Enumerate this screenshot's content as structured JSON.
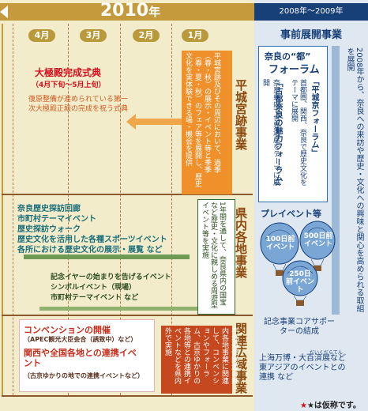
{
  "header": {
    "year": "2010",
    "year_suffix": "年",
    "months": [
      "4月",
      "3月",
      "2月",
      "1月"
    ],
    "pre_period": "2008年〜2009年",
    "pre_title": "事前展開事業"
  },
  "rows": {
    "heijo": "平城宮跡事業",
    "kennai": "県内各地事業",
    "kanren": "関連広域事業"
  },
  "heijo": {
    "ceremony_title": "大極殿完成式典",
    "ceremony_period": "（4月下旬〜5月上旬）",
    "ceremony_desc": "復原整備が進められている第一次大極殿正殿の完成を祝う式典",
    "preview_box": "平城宮跡及びその周辺において、過季（春・秋）の展示・イベント等と季季（春・夏・秋）のフェア等を展開し、歴史文化を実体験できる場・機会を提供"
  },
  "kennai": {
    "items": [
      "奈良歴史探訪回廊",
      "市町村テーマイベント",
      "歴史探訪ウォーク",
      "歴史文化を活用した各種スポーツイベント",
      "各所における歴史文化の展示・展覧 など"
    ],
    "items2": [
      "記念イヤーの始まりを告げるイベント",
      "シンボルイベント（現場）",
      "市町村テーマイベント など"
    ],
    "box": "1年間を通して、奈良県内の国宝など歴史・文化に親しめる周遊型イベント等を実施"
  },
  "kanren": {
    "conv_title": "コンベンションの開催",
    "conv_sub": "（APEC観光大臣会合（誘致中）など）",
    "link_title": "関西や全国各地との連携イベント",
    "link_sub": "（古京ゆかりの地での連携イベントなど）",
    "box": "平城遷都関連の県内各地事業に関連して、コンベンションやフォーラム、古京ゆかりの各地等との連携イベントなどを県内外で実施"
  },
  "pre": {
    "forum_small": "奈良の“都”",
    "forum_big": "フォーラム",
    "forum1_title": "「平城京フォーラム」",
    "forum1_desc": "首都圏、関西、奈良で歴史文化をテーマに展開",
    "forum2_title": "「古都奈良の魅力フォーラム」",
    "forum2_desc": "奈良県内で世界遺産をテーマに展開",
    "side_text": "2008年から、奈良への来訪や歴史・文化への興味と関心を高められる取組を展開",
    "pre_event_title": "プレイベント等",
    "balloons": [
      "100日前イベント",
      "500日前イベント",
      "250日前イベント"
    ],
    "supporter": "記念事業コアサポーターの結成",
    "expo": "上海万博・大百済展など東アジアのイベントとの連携 など",
    "expo_ruby": "だいくだらてん"
  },
  "footnote": "★は仮称です。",
  "colors": {
    "year_band": "#c59a3c",
    "left_bg": "#f3eccb",
    "pre_header_bg": "#173f78",
    "pre_col_bg": "#dde8f2",
    "orange": "#f0902a",
    "dark_orange": "#c5481e",
    "accent_red": "#d8101e"
  }
}
